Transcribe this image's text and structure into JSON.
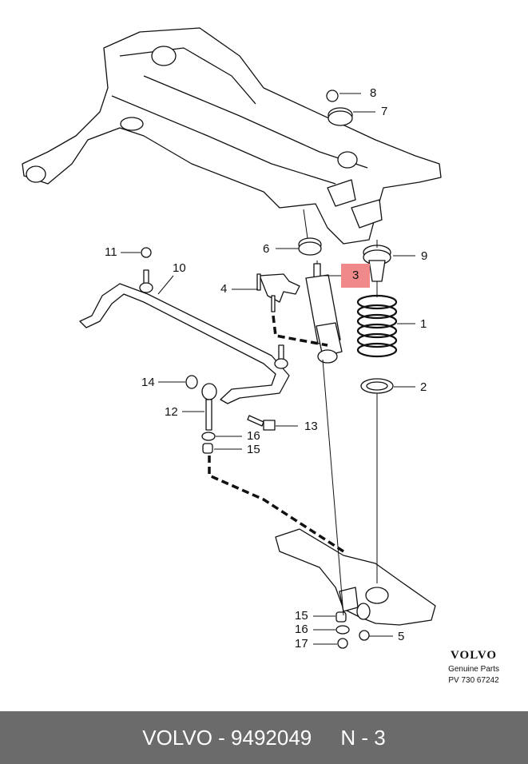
{
  "labels": {
    "l1": "1",
    "l2": "2",
    "l3": "3",
    "l4": "4",
    "l5": "5",
    "l6": "6",
    "l7": "7",
    "l8": "8",
    "l9": "9",
    "l10": "10",
    "l11": "11",
    "l12": "12",
    "l13": "13",
    "l14": "14",
    "l15a": "15",
    "l15b": "15",
    "l16a": "16",
    "l16b": "16",
    "l17": "17"
  },
  "brand": {
    "logo": "VOLVO",
    "sub": "Genuine Parts",
    "code": "PV 730 67242"
  },
  "footer": {
    "brand": "VOLVO",
    "sep": " - ",
    "part_number": "9492049",
    "gap": "     ",
    "page": "N - 3"
  },
  "colors": {
    "highlight": "#f08a8a",
    "footer_bg": "#6b6b6b",
    "footer_text": "#ffffff"
  }
}
